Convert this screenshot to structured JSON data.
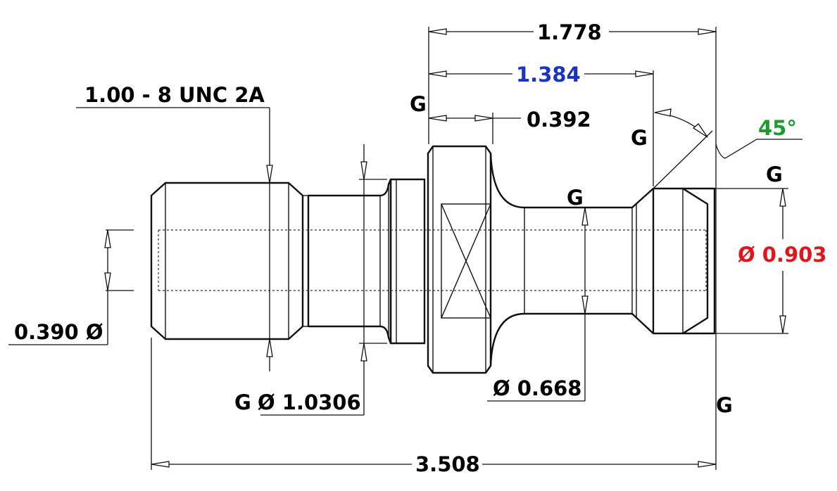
{
  "colors": {
    "ink": "#111111",
    "blue": "#1a33c4",
    "green": "#1f9a2c",
    "red": "#e0161e"
  },
  "dimensions": {
    "overall_length": "3.508",
    "length_1778": "1.778",
    "length_1384": "1.384",
    "length_0392": "0.392",
    "angle": "45°",
    "diameter_0903": "Ø 0.903",
    "diameter_0668": "Ø 0.668",
    "diameter_10306": "Ø 1.0306",
    "bore_0390": "0.390 Ø",
    "thread": "1.00 - 8 UNC 2A"
  },
  "g_markers": {
    "g1": "G",
    "g2": "G",
    "g3": "G",
    "g4": "G",
    "g5": "G",
    "g6": "G"
  }
}
